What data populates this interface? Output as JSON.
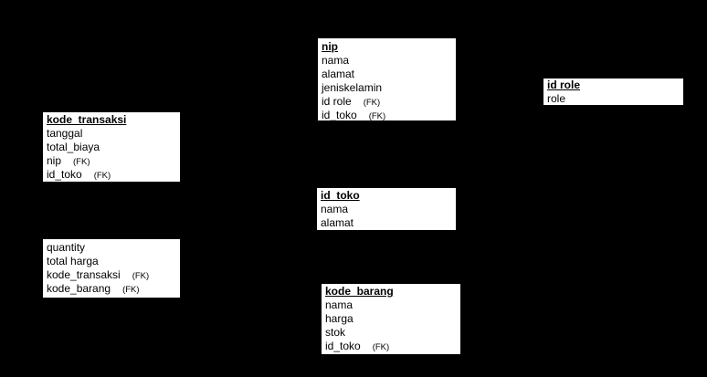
{
  "diagram": {
    "type": "entity-relationship-diagram",
    "colors": {
      "background": "#000000",
      "entity_fill": "#ffffff",
      "entity_text": "#000000"
    },
    "entities": [
      {
        "id": "kode_transaksi",
        "title": "kode_transaksi",
        "fields": [
          {
            "name": "tanggal"
          },
          {
            "name": "total_biaya"
          },
          {
            "name": "nip",
            "fk": "(FK)"
          },
          {
            "name": "id_toko",
            "fk": "(FK)"
          }
        ]
      },
      {
        "id": "quantity-box",
        "fields": [
          {
            "name": "quantity"
          },
          {
            "name": "total harga"
          },
          {
            "name": "kode_transaksi",
            "fk": "(FK)"
          },
          {
            "name": "kode_barang",
            "fk": "(FK)"
          }
        ]
      },
      {
        "id": "nip",
        "title": "nip",
        "fields": [
          {
            "name": "nama"
          },
          {
            "name": "alamat"
          },
          {
            "name": "jeniskelamin"
          },
          {
            "name": "id role",
            "fk": "(FK)"
          },
          {
            "name": "id_toko",
            "fk": "(FK)"
          }
        ]
      },
      {
        "id": "id_toko",
        "title": "id_toko",
        "fields": [
          {
            "name": "nama"
          },
          {
            "name": "alamat"
          }
        ]
      },
      {
        "id": "kode_barang",
        "title": "kode_barang",
        "fields": [
          {
            "name": "nama"
          },
          {
            "name": "harga"
          },
          {
            "name": "stok"
          },
          {
            "name": "id_toko",
            "fk": "(FK)"
          }
        ]
      },
      {
        "id": "id role",
        "title": "id role",
        "fields": [
          {
            "name": "role"
          }
        ]
      }
    ]
  }
}
